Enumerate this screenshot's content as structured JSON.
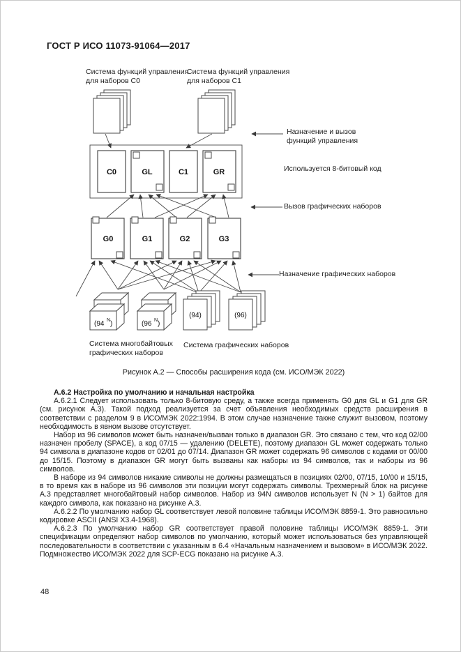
{
  "page": {
    "header": "ГОСТ Р ИСО 11073-91064—2017",
    "page_number": "48"
  },
  "figure": {
    "caption": "Рисунок А.2 — Способы расширения кода (см. ИСО/МЭК 2022)",
    "labels": {
      "control_c0": "Система функций управления для наборов C0",
      "control_c1": "Система функций управления для наборов C1",
      "designate_invoke_control": "Назначение и вызов функций управления",
      "eight_bit": "Используется 8-битовый код",
      "invoke_graphic": "Вызов графических наборов",
      "designate_graphic": "Назначение графических наборов",
      "multibyte_system": "Система многобайтовых графических наборов",
      "graphic_system": "Система графических наборов"
    },
    "boxes": {
      "c0": "C0",
      "gl": "GL",
      "c1": "C1",
      "gr": "GR",
      "g0": "G0",
      "g1": "G1",
      "g2": "G2",
      "g3": "G3"
    },
    "sets": {
      "s94n": {
        "base": "(94",
        "sup": "N",
        "close": ")"
      },
      "s96n": {
        "base": "(96",
        "sup": "N",
        "close": ")"
      },
      "s94": "(94)",
      "s96": "(96)"
    }
  },
  "section": {
    "heading": "А.6.2 Настройка по умолчанию и начальная настройка",
    "paragraphs": [
      "А.6.2.1 Следует использовать только 8-битовую среду, а также всегда применять G0 для GL и G1 для GR (см. рисунок А.3). Такой подход реализуется за счет объявления необходимых средств расширения в соответствии с разделом 9 в ИСО/МЭК 2022:1994. В этом случае назначение также служит вызовом, поэтому необходимость в явном вызове отсутствует.",
      "Набор из 96 символов может быть назначен/вызван только в диапазон GR. Это связано с тем, что код 02/00 назначен пробелу (SPACE), а код 07/15 — удалению (DELETE), поэтому диапазон GL может содержать только 94 символа в диапазоне кодов от 02/01 до 07/14. Диапазон GR может содержать 96 символов с кодами от 00/00 до 15/15. Поэтому в диапазон GR могут быть вызваны как наборы из 94 символов, так и наборы из 96 символов.",
      "В наборе из 94 символов никакие символы не должны размещаться в позициях 02/00, 07/15, 10/00 и 15/15, в то время как в наборе из 96 символов эти позиции могут содержать символы. Трехмерный блок на рисунке А.3 представляет многобайтовый набор символов. Набор из 94N символов использует N (N > 1) байтов для каждого символа, как показано на рисунке А.3.",
      "А.6.2.2 По умолчанию набор GL соответствует левой половине таблицы ИСО/МЭК 8859-1. Это равносильно кодировке ASCII (ANSI X3.4-1968).",
      "А.6.2.3 По умолчанию набор GR соответствует правой половине таблицы ИСО/МЭК 8859-1. Эти спецификации определяют набор символов по умолчанию, который может использоваться без управляющей последовательности в соответствии с указанным в 6.4 «Начальным назначением и вызовом» в ИСО/МЭК 2022. Подмножество ИСО/МЭК 2022 для SCP-ECG показано на рисунке А.3."
    ]
  },
  "theme": {
    "ink": "#1a1a1a",
    "line": "#4a4a4a",
    "page_border": "#c9c9c9"
  }
}
